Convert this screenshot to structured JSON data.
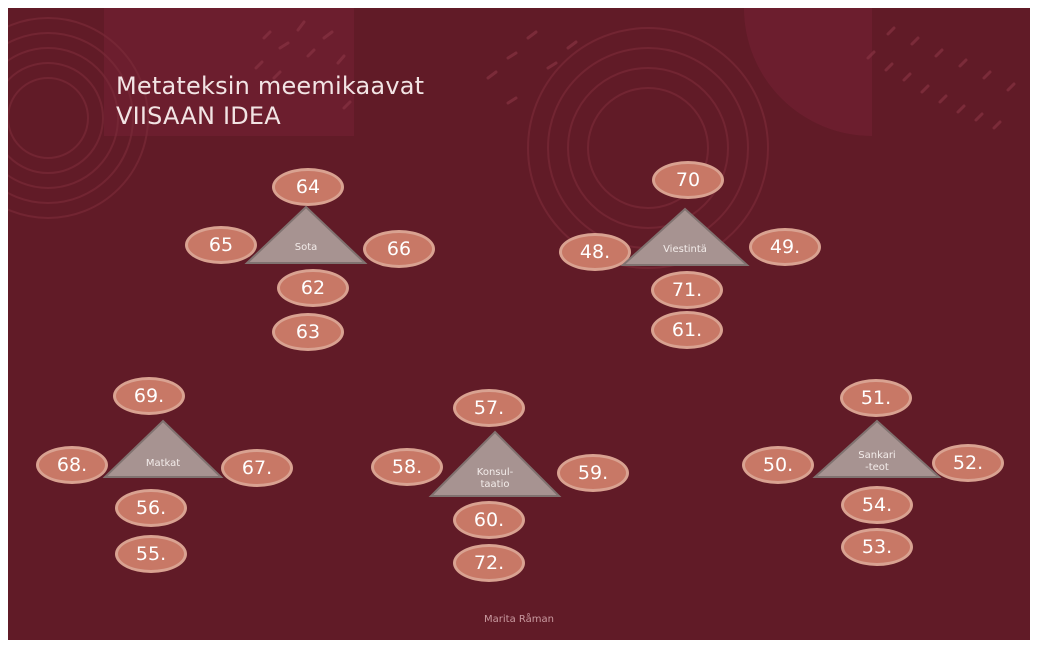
{
  "slide": {
    "title_line1": "Metateksin meemikaavat",
    "title_line2": "VIISAAN IDEA",
    "footer": "Marita Råman"
  },
  "colors": {
    "background": "#611b27",
    "oval_fill": "#c87866",
    "oval_border": "#d9a291",
    "triangle_fill": "#a79391",
    "triangle_border": "#807270"
  },
  "groups": [
    {
      "id": "sota",
      "label": "Sota",
      "top": "64",
      "left": "65",
      "right": "66",
      "below": [
        "62",
        "63"
      ]
    },
    {
      "id": "viestinta",
      "label": "Viestintä",
      "top": "70",
      "left": "48.",
      "right": "49.",
      "below": [
        "71.",
        "61."
      ]
    },
    {
      "id": "matkat",
      "label": "Matkat",
      "top": "69.",
      "left": "68.",
      "right": "67.",
      "below": [
        "56.",
        "55."
      ]
    },
    {
      "id": "konsultaatio",
      "label": "Konsul-\ntaatio",
      "top": "57.",
      "left": "58.",
      "right": "59.",
      "below": [
        "60.",
        "72."
      ]
    },
    {
      "id": "sankariteot",
      "label": "Sankari\n-teot",
      "top": "51.",
      "left": "50.",
      "right": "52.",
      "below": [
        "54.",
        "53."
      ]
    }
  ]
}
